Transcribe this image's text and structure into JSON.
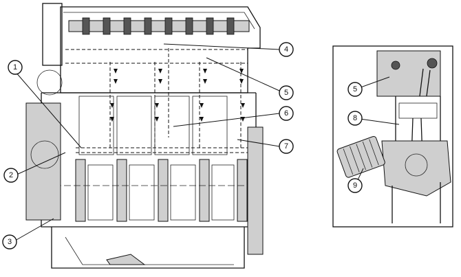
{
  "callouts": {
    "c1": "1",
    "c2": "2",
    "c3": "3",
    "c4": "4",
    "c5": "5",
    "c6": "6",
    "c7": "7",
    "c5b": "5",
    "c8": "8",
    "c9": "9"
  },
  "colors": {
    "ink": "#111111",
    "shade": "#cfcfcf",
    "paper": "#ffffff"
  }
}
